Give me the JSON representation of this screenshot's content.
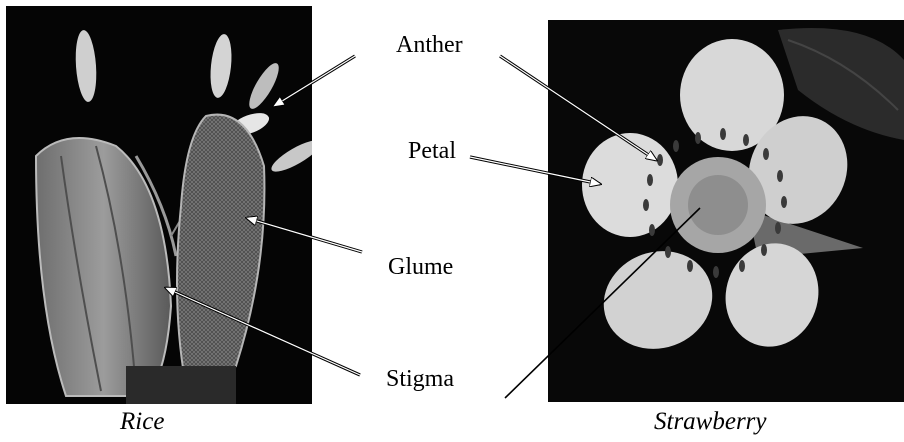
{
  "labels": {
    "anther": "Anther",
    "petal": "Petal",
    "glume": "Glume",
    "stigma": "Stigma"
  },
  "captions": {
    "rice": "Rice",
    "strawberry": "Strawberry"
  },
  "image_style": "black-and-white photographs",
  "colors": {
    "background": "#ffffff",
    "photo_background": "#050505",
    "leader_line": "#000000",
    "arrow_fill": "#ffffff"
  }
}
